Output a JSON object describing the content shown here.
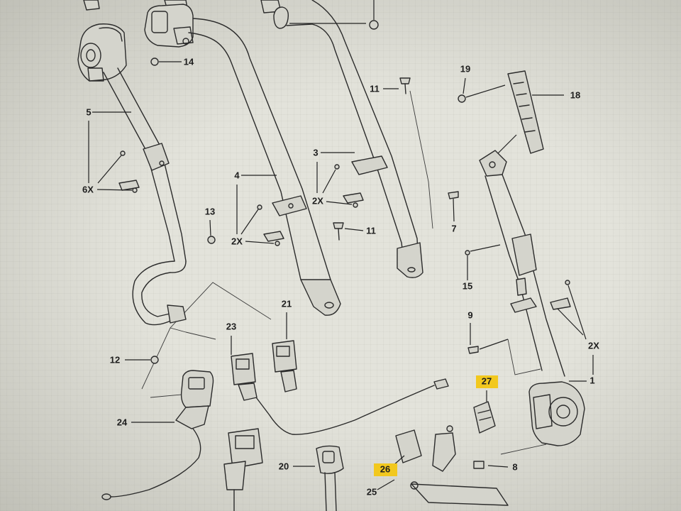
{
  "callouts": [
    "14",
    "5",
    "6X",
    "13",
    "4",
    "2X",
    "3",
    "2X",
    "11",
    "11",
    "19",
    "18",
    "7",
    "15",
    "9",
    "2X",
    "1",
    "12",
    "23",
    "21",
    "24",
    "20",
    "27",
    "26",
    "25",
    "8"
  ],
  "colors": {
    "paper": "#e3e3db",
    "ink": "#2b2b2b",
    "highlight": "#f2c81e"
  }
}
